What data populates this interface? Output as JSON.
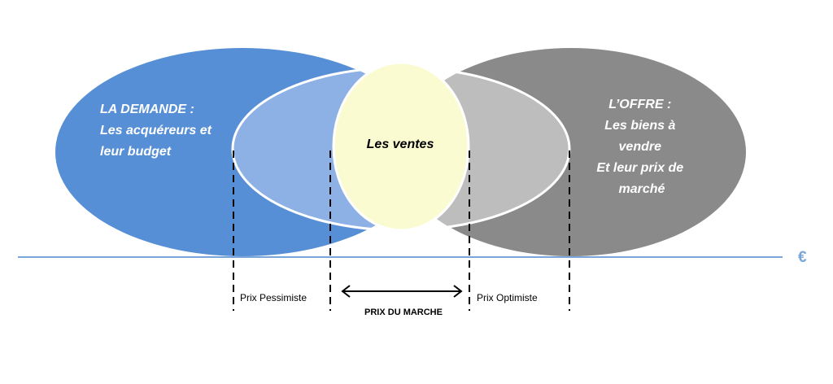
{
  "demand": {
    "title": "LA DEMANDE :",
    "line1": "Les acquéreurs et",
    "line2": "leur budget"
  },
  "offer": {
    "title": "L’OFFRE :",
    "line1": "Les biens à",
    "line2": "vendre",
    "line3": "Et leur prix de",
    "line4": "marché"
  },
  "center_label": "Les ventes",
  "axis_symbol": "€",
  "labels": {
    "pessimistic": "Prix Pessimiste",
    "optimistic": "Prix Optimiste",
    "market_price": "PRIX DU MARCHE"
  },
  "colors": {
    "demand": "#578fd6",
    "demand_light": "#8db1e4",
    "offer": "#8a8a8a",
    "offer_light": "#bdbdbd",
    "center": "#fbfbd2",
    "axis": "#7aa5d9"
  }
}
